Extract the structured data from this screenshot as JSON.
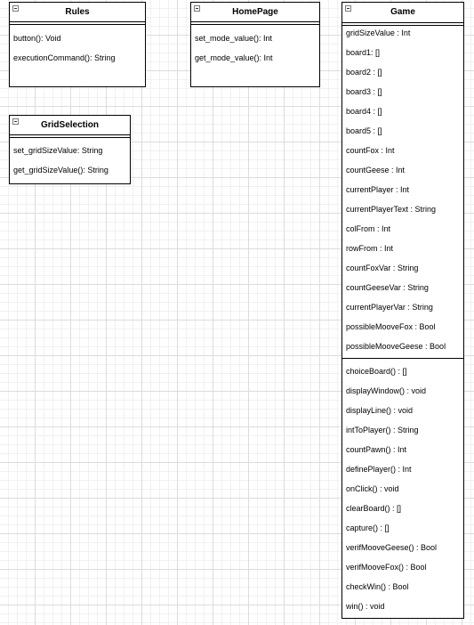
{
  "rules": {
    "title": "Rules",
    "methods": [
      "button(): Void",
      "executionCommand(): String"
    ]
  },
  "homepage": {
    "title": "HomePage",
    "methods": [
      "set_mode_value(): Int",
      "get_mode_value(): Int"
    ]
  },
  "grid_selection": {
    "title": "GridSelection",
    "methods": [
      "set_gridSizeValue: String",
      "get_gridSizeValue(): String"
    ]
  },
  "game": {
    "title": "Game",
    "attributes": [
      "gridSizeValue : Int",
      "board1: []",
      "board2 : []",
      "board3 : []",
      "board4 : []",
      "board5 : []",
      "countFox : Int",
      "countGeese : Int",
      "currentPlayer : Int",
      "currentPlayerText : String",
      "colFrom : Int",
      "rowFrom : Int",
      "countFoxVar : String",
      "countGeeseVar : String",
      "currentPlayerVar : String",
      "possibleMooveFox : Bool",
      "possibleMooveGeese : Bool"
    ],
    "methods": [
      "choiceBoard() : []",
      "displayWindow() : void",
      "displayLine() : void",
      "intToPlayer() : String",
      "countPawn() : Int",
      "definePlayer() : Int",
      "onClick() : void",
      "clearBoard() : []",
      "capture() : []",
      "verifMooveGeese() : Bool",
      "verifMooveFox() : Bool",
      "checkWin() : Bool",
      "win() : void"
    ]
  }
}
